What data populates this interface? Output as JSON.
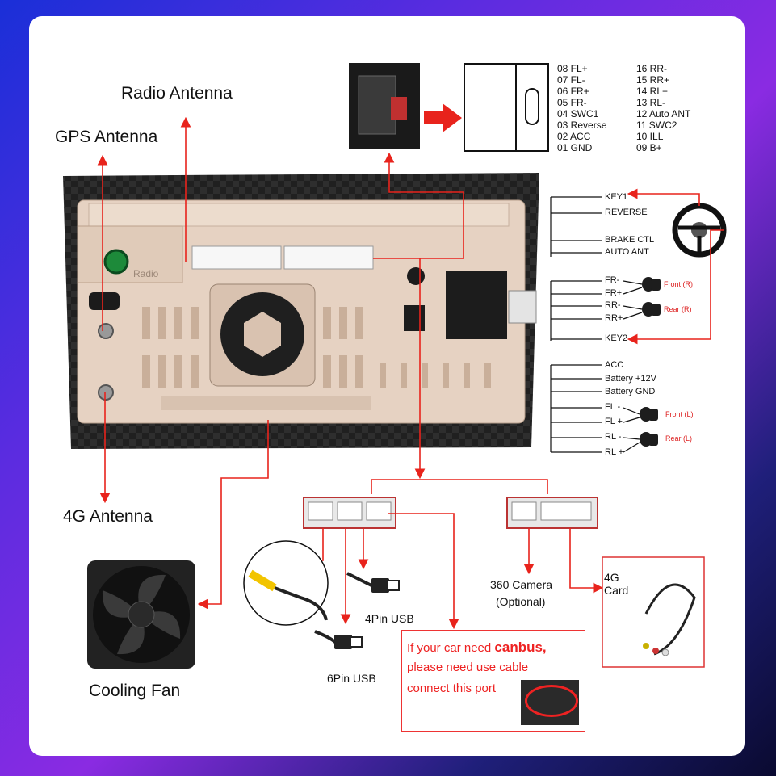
{
  "labels": {
    "radio_antenna": "Radio Antenna",
    "gps_antenna": "GPS Antenna",
    "g4_antenna": "4G Antenna",
    "cooling_fan": "Cooling Fan",
    "usb4": "4Pin USB",
    "usb6": "6Pin USB",
    "camera_line1": "360 Camera",
    "camera_line2": "(Optional)",
    "card_line1": "4G",
    "card_line2": "Card",
    "radio_port": "Radio"
  },
  "pinout_left": [
    "08  FL+",
    "07  FL-",
    "06  FR+",
    "05  FR-",
    "04  SWC1",
    "03  Reverse",
    "02  ACC",
    "01  GND"
  ],
  "pinout_right": [
    "16  RR-",
    "15  RR+",
    "14  RL+",
    "13  RL-",
    "12  Auto ANT",
    "11  SWC2",
    "10  ILL",
    "09  B+"
  ],
  "harness_labels": {
    "key1": "KEY1",
    "reverse": "REVERSE",
    "brake": "BRAKE CTL",
    "auto_ant": "AUTO ANT",
    "fr_minus": "FR-",
    "fr_plus": "FR+",
    "rr_minus": "RR-",
    "rr_plus": "RR+",
    "key2": "KEY2",
    "acc": "ACC",
    "battery": "Battery +12V",
    "gnd": "Battery GND",
    "fl_minus": "FL -",
    "fl_plus": "FL +",
    "rl_minus": "RL -",
    "rl_plus": "RL +",
    "front_r": "Front (R)",
    "rear_r": "Rear (R)",
    "front_l": "Front (L)",
    "rear_l": "Rear (L)"
  },
  "warning": {
    "line1_a": "If your car need ",
    "line1_b": "canbus,",
    "line2": "please need use cable",
    "line3": "connect this port"
  },
  "colors": {
    "arrow": "#e8231c",
    "unit_body": "#e8d3c4",
    "housing": "#1c1c1c"
  }
}
